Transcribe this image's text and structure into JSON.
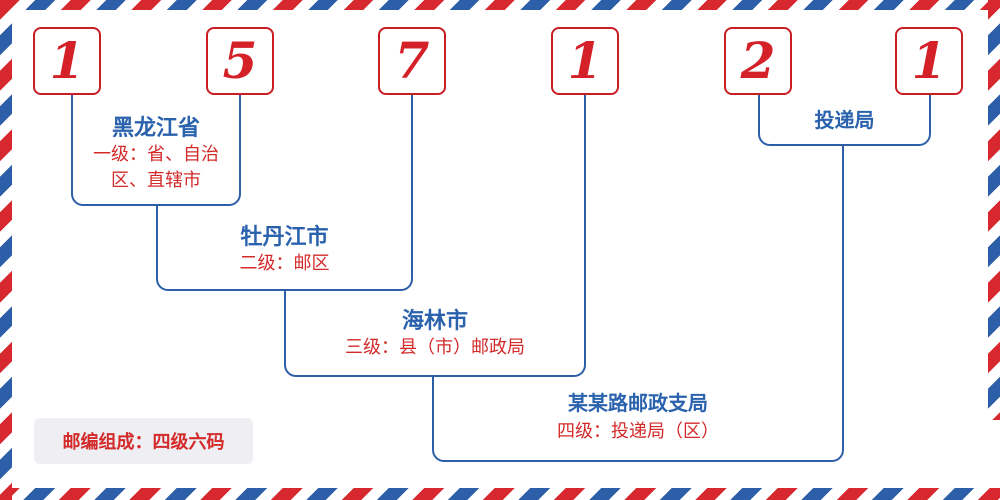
{
  "digits": [
    "1",
    "5",
    "7",
    "1",
    "2",
    "1"
  ],
  "levels": [
    {
      "name": "黑龙江省",
      "description": "一级：省、自治区、直辖市"
    },
    {
      "name": "牡丹江市",
      "description": "二级：邮区"
    },
    {
      "name": "海林市",
      "description": "三级：县（市）邮政局"
    },
    {
      "name": "某某路邮政支局",
      "description": "四级：投递局（区）"
    }
  ],
  "delivery": {
    "name": "投递局"
  },
  "summary": "邮编组成：四级六码",
  "colors": {
    "red": "#d42027",
    "blue": "#2d5fa8",
    "summary_bg": "#eeeef3"
  }
}
